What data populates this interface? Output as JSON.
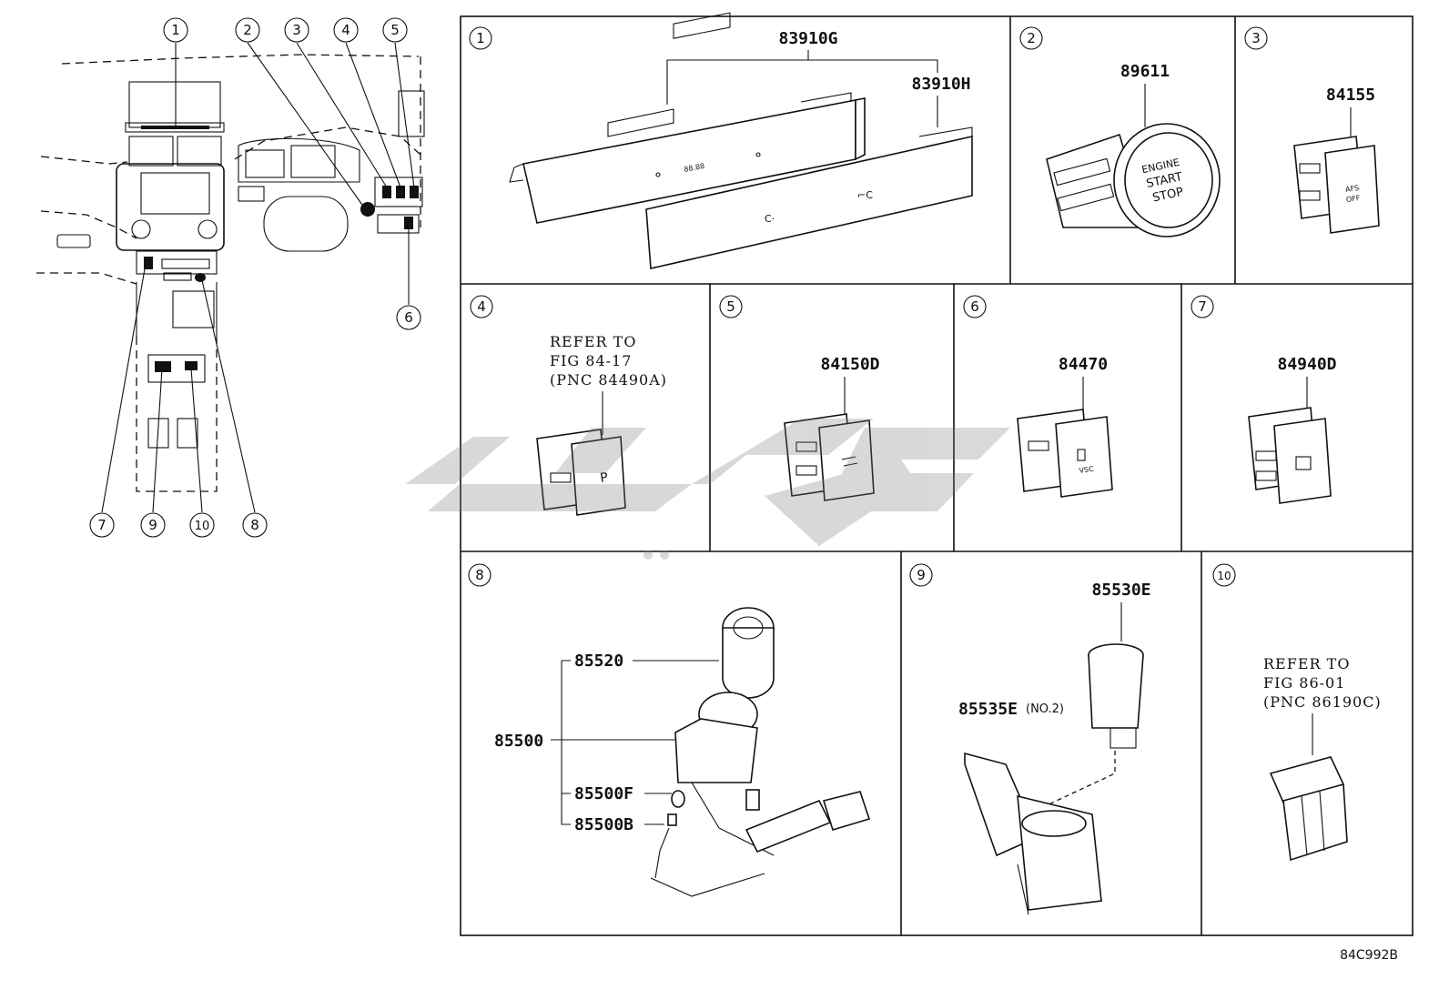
{
  "overview": {
    "callouts": [
      "1",
      "2",
      "3",
      "4",
      "5",
      "6",
      "7",
      "8",
      "9",
      "10"
    ]
  },
  "panels": [
    {
      "id": "1",
      "parts": [
        "83910G",
        "83910H"
      ],
      "display": "88.88"
    },
    {
      "id": "2",
      "parts": [
        "89611"
      ],
      "button_text": [
        "ENGINE",
        "START",
        "STOP"
      ]
    },
    {
      "id": "3",
      "parts": [
        "84155"
      ],
      "button_text": [
        "AFS",
        "OFF"
      ]
    },
    {
      "id": "4",
      "parts": [],
      "refer": [
        "REFER TO",
        "FIG 84-17",
        "(PNC 84490A)"
      ]
    },
    {
      "id": "5",
      "parts": [
        "84150D"
      ]
    },
    {
      "id": "6",
      "parts": [
        "84470"
      ]
    },
    {
      "id": "7",
      "parts": [
        "84940D"
      ]
    },
    {
      "id": "8",
      "parts": [
        "85520",
        "85500",
        "85500F",
        "85500B"
      ]
    },
    {
      "id": "9",
      "parts": [
        "85530E",
        "85535E"
      ],
      "note": "(NO.2)"
    },
    {
      "id": "10",
      "parts": [],
      "refer": [
        "REFER TO",
        "FIG 86-01",
        "(PNC 86190C)"
      ]
    }
  ],
  "figure_code": "84C992B",
  "watermark": "ماشین"
}
